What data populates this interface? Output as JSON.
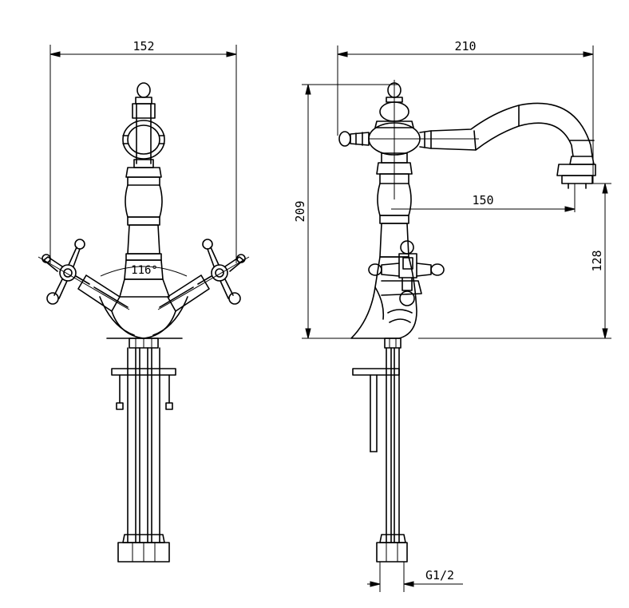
{
  "dimensions": {
    "front_width": "152",
    "front_angle": "116°",
    "side_depth": "210",
    "side_height": "209",
    "spout_reach": "150",
    "spout_height": "128",
    "thread": "G1/2"
  }
}
